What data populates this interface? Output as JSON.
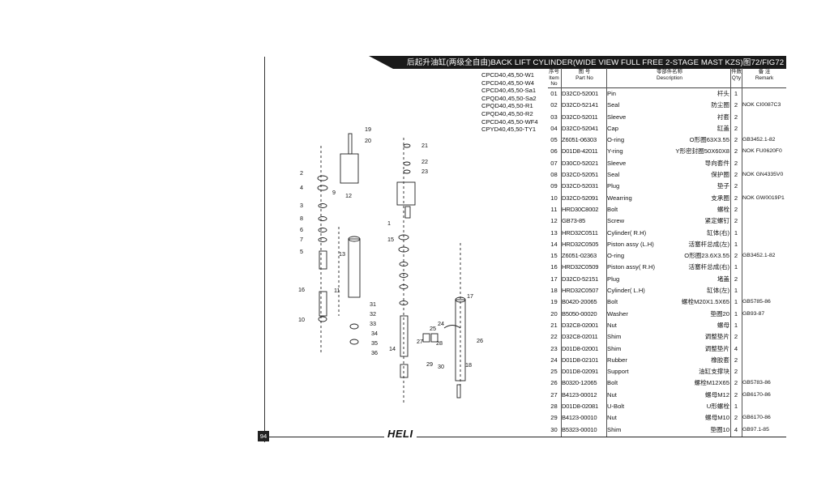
{
  "page": {
    "title": "后起升油缸(两级全自由)BACK  LIFT CYLINDER(WIDE  VIEW  FULL  FREE  2-STAGE  MAST  KZS)图72/FIG72",
    "page_number": "94",
    "brand": "HELI"
  },
  "models": [
    "CPCD40,45,50-W1",
    "CPCD40,45,50-W4",
    "CPCD40,45,50-Sa1",
    "CPQD40,45,50-Sa2",
    "CPQD40,45,50-R1",
    "CPQD40,45,50-R2",
    "CPCD40,45,50-WF4",
    "CPYD40,45,50-TY1"
  ],
  "table": {
    "headers": {
      "no_cn": "序号",
      "no_en": "Item No",
      "pn_cn": "图  号",
      "pn_en": "Part No",
      "desc_cn": "零部件名称",
      "desc_en": "Description",
      "qty_cn": "件数",
      "qty_en": "Q'ty",
      "rm_cn": "备  注",
      "rm_en": "Remark"
    },
    "rows": [
      {
        "no": "01",
        "pn": "D32C0-52001",
        "en": "Pin",
        "cn": "杆头",
        "qty": "1",
        "rm": ""
      },
      {
        "no": "02",
        "pn": "D32C0-52141",
        "en": "Seal",
        "cn": "防尘圈",
        "qty": "2",
        "rm": "NOK CI0087C3"
      },
      {
        "no": "03",
        "pn": "D32C0-52011",
        "en": "Sleeve",
        "cn": "衬套",
        "qty": "2",
        "rm": ""
      },
      {
        "no": "04",
        "pn": "D32C0-52041",
        "en": "Cap",
        "cn": "缸盖",
        "qty": "2",
        "rm": ""
      },
      {
        "no": "05",
        "pn": "Z6051-06303",
        "en": "O-ring",
        "cn": "O形圈63X3.55",
        "qty": "2",
        "rm": "GB3452.1-82"
      },
      {
        "no": "06",
        "pn": "D01D8-42011",
        "en": "Y-ring",
        "cn": "Y形密封圈50X60X8",
        "qty": "2",
        "rm": "NOK FU0620F0"
      },
      {
        "no": "07",
        "pn": "D30C0-52021",
        "en": "Sleeve",
        "cn": "导向套件",
        "qty": "2",
        "rm": ""
      },
      {
        "no": "08",
        "pn": "D32C0-52051",
        "en": "Seal",
        "cn": "保护圈",
        "qty": "2",
        "rm": "NOK GN4335V0"
      },
      {
        "no": "09",
        "pn": "D32C0-52031",
        "en": "Plug",
        "cn": "垫子",
        "qty": "2",
        "rm": ""
      },
      {
        "no": "10",
        "pn": "D32C0-52091",
        "en": "Wearring",
        "cn": "支承圈",
        "qty": "2",
        "rm": "NOK GW0019P1"
      },
      {
        "no": "11",
        "pn": "HRD30C8002",
        "en": "Bolt",
        "cn": "螺栓",
        "qty": "2",
        "rm": ""
      },
      {
        "no": "12",
        "pn": "GB73-85",
        "en": "Screw",
        "cn": "紧定螺钉",
        "qty": "2",
        "rm": ""
      },
      {
        "no": "13",
        "pn": "HRD32C0511",
        "en": "Cylinder( R.H)",
        "cn": "缸体(右)",
        "qty": "1",
        "rm": ""
      },
      {
        "no": "14",
        "pn": "HRD32C0505",
        "en": "Piston assy (L.H)",
        "cn": "活塞杆总成(左)",
        "qty": "1",
        "rm": ""
      },
      {
        "no": "15",
        "pn": "Z6051-02363",
        "en": "O-ring",
        "cn": "O形圈23.6X3.55",
        "qty": "2",
        "rm": "GB3452.1-82"
      },
      {
        "no": "16",
        "pn": "HRD32C0509",
        "en": "Piston assy( R.H)",
        "cn": "活塞杆总成(右)",
        "qty": "1",
        "rm": ""
      },
      {
        "no": "17",
        "pn": "D32C0-52151",
        "en": "Plug",
        "cn": "堵盖",
        "qty": "2",
        "rm": ""
      },
      {
        "no": "18",
        "pn": "HRD32C0507",
        "en": "Cylinder( L.H)",
        "cn": "缸体(左)",
        "qty": "1",
        "rm": ""
      },
      {
        "no": "19",
        "pn": "B0420-20065",
        "en": "Bolt",
        "cn": "螺栓M20X1.5X65",
        "qty": "1",
        "rm": "GB5785-86"
      },
      {
        "no": "20",
        "pn": "B5050-00020",
        "en": "Washer",
        "cn": "垫圈20",
        "qty": "1",
        "rm": "GB93-87"
      },
      {
        "no": "21",
        "pn": "D32C8-02001",
        "en": "Nut",
        "cn": "螺母",
        "qty": "1",
        "rm": ""
      },
      {
        "no": "22",
        "pn": "D32C8-02011",
        "en": "Shim",
        "cn": "调整垫片",
        "qty": "2",
        "rm": ""
      },
      {
        "no": "23",
        "pn": "D01D8-02001",
        "en": "Shim",
        "cn": "调整垫片",
        "qty": "4",
        "rm": ""
      },
      {
        "no": "24",
        "pn": "D01D8-02101",
        "en": "Rubber",
        "cn": "橡胶套",
        "qty": "2",
        "rm": ""
      },
      {
        "no": "25",
        "pn": "D01D8-02091",
        "en": "Support",
        "cn": "油缸支撑块",
        "qty": "2",
        "rm": ""
      },
      {
        "no": "26",
        "pn": "B0320-12065",
        "en": "Bolt",
        "cn": "螺栓M12X65",
        "qty": "2",
        "rm": "GB5783-86"
      },
      {
        "no": "27",
        "pn": "B4123-00012",
        "en": "Nut",
        "cn": "螺母M12",
        "qty": "2",
        "rm": "GB6170-86"
      },
      {
        "no": "28",
        "pn": "D01D8-02081",
        "en": "U-Bolt",
        "cn": "U形螺栓",
        "qty": "1",
        "rm": ""
      },
      {
        "no": "29",
        "pn": "B4123-00010",
        "en": "Nut",
        "cn": "螺母M10",
        "qty": "2",
        "rm": "GB6170-86"
      },
      {
        "no": "30",
        "pn": "B5323-00010",
        "en": "Shim",
        "cn": "垫圈10",
        "qty": "4",
        "rm": "GB97.1-85"
      }
    ]
  },
  "diagram": {
    "callouts": [
      "19",
      "20",
      "21",
      "22",
      "23",
      "2",
      "4",
      "9",
      "12",
      "3",
      "8",
      "6",
      "7",
      "5",
      "13",
      "16",
      "11",
      "10",
      "1",
      "15",
      "31",
      "32",
      "33",
      "34",
      "35",
      "36",
      "17",
      "24",
      "25",
      "27",
      "28",
      "29",
      "30",
      "26",
      "14",
      "18"
    ]
  }
}
